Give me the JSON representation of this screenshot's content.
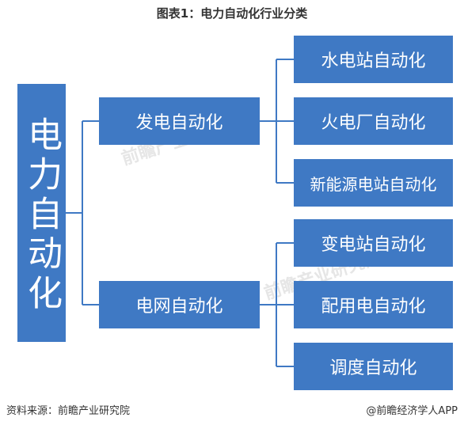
{
  "title": "图表1：电力自动化行业分类",
  "root": "电力自动化",
  "branches": [
    {
      "label": "发电自动化",
      "children": [
        "水电站自动化",
        "火电厂自动化",
        "新能源电站自动化"
      ]
    },
    {
      "label": "电网自动化",
      "children": [
        "变电站自动化",
        "配用电自动化",
        "调度自动化"
      ]
    }
  ],
  "footer": {
    "source": "资料来源：前瞻产业研究院",
    "credit": "@前瞻经济学人APP"
  },
  "watermark": "前瞻产业研究院",
  "colors": {
    "box": "#3f79c4",
    "line": "#3f79c4",
    "text_on_box": "#ffffff"
  }
}
